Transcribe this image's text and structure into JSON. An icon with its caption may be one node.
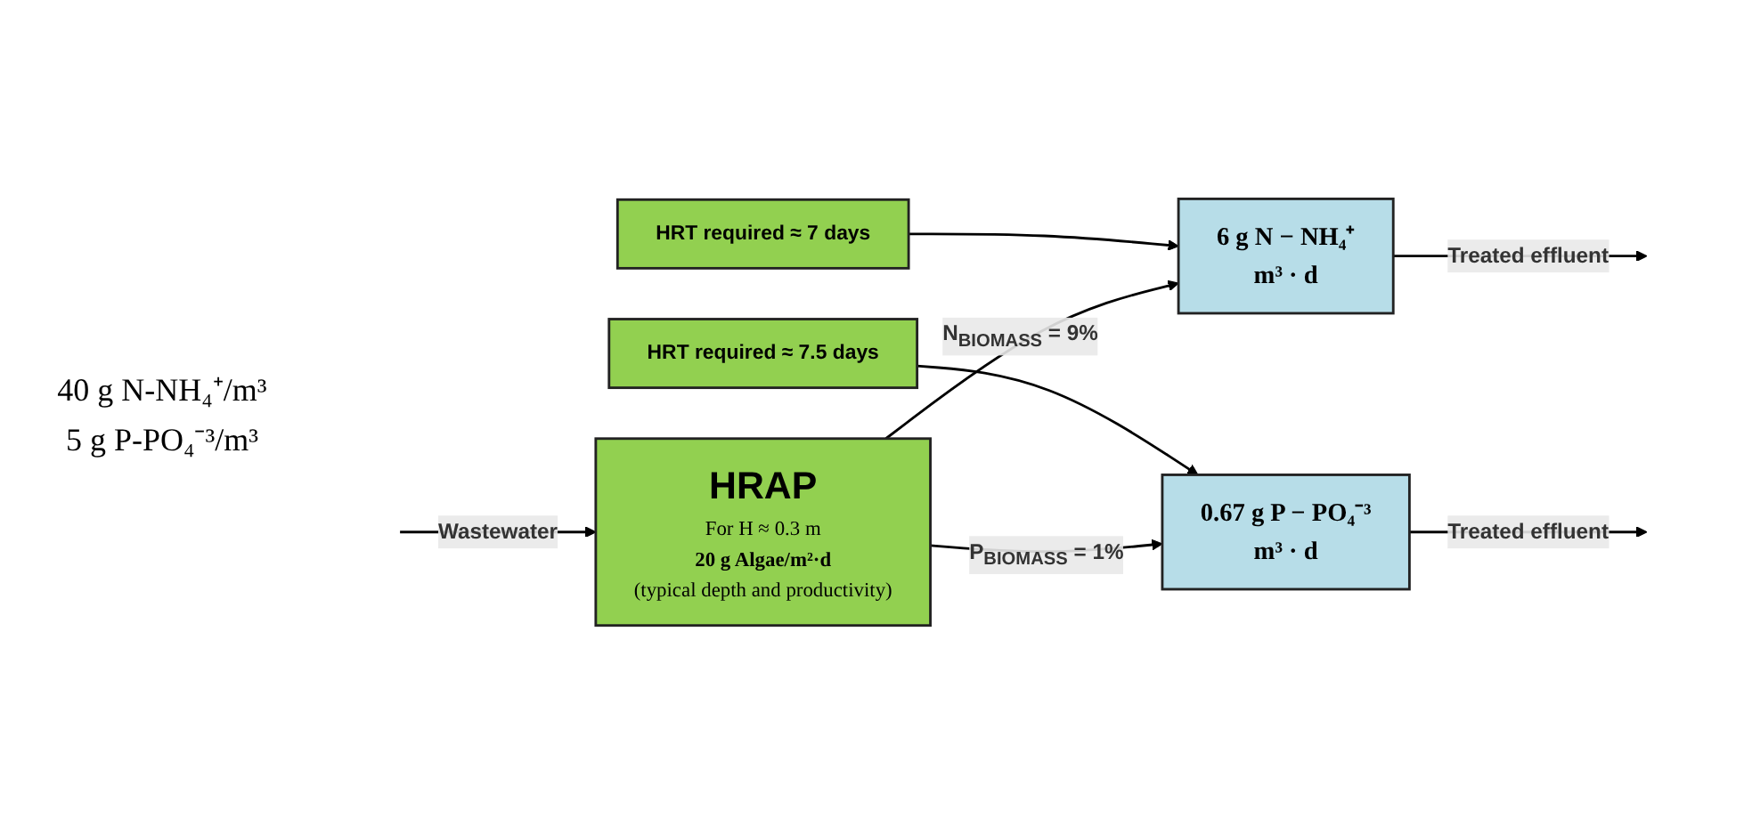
{
  "diagram": {
    "nodes": [
      {
        "text": [
          "HRT required ≈ 7 days"
        ]
      },
      {
        "text": [
          "HRT required ≈ 7.5 days"
        ]
      },
      {
        "text": [
          "HRAP",
          "For H ≈ 0.3 m",
          "20 g Algae/m²·d",
          "(typical depth and productivity)"
        ]
      },
      {
        "text": [
          "6 g N − NH₄⁺",
          "m³ · d"
        ]
      },
      {
        "text": [
          "0.67 g P − PO₄⁻³",
          "m³ · d"
        ]
      }
    ],
    "edges": [
      {
        "from": null,
        "to": 2,
        "arrow": "to",
        "label": "Wastewater"
      },
      {
        "from": 0,
        "to": 3,
        "arrow": "to"
      },
      {
        "from": 2,
        "to": 3,
        "arrow": "to",
        "label": "N$_{BIOMASS}$ = 9%"
      },
      {
        "from": 1,
        "to": 4,
        "arrow": "to"
      },
      {
        "from": 2,
        "to": 4,
        "arrow": "to",
        "label": "P$_{BIOMASS}$ = 1%"
      },
      {
        "from": 3,
        "to": null,
        "arrow": "to",
        "label": "Treated effluent"
      },
      {
        "from": 4,
        "to": null,
        "arrow": "to",
        "label": "Treated effluent"
      }
    ],
    "labels": [
      "40 g N-NH₄⁺/m³",
      "5 g P-PO₄⁻³/m³"
    ]
  }
}
